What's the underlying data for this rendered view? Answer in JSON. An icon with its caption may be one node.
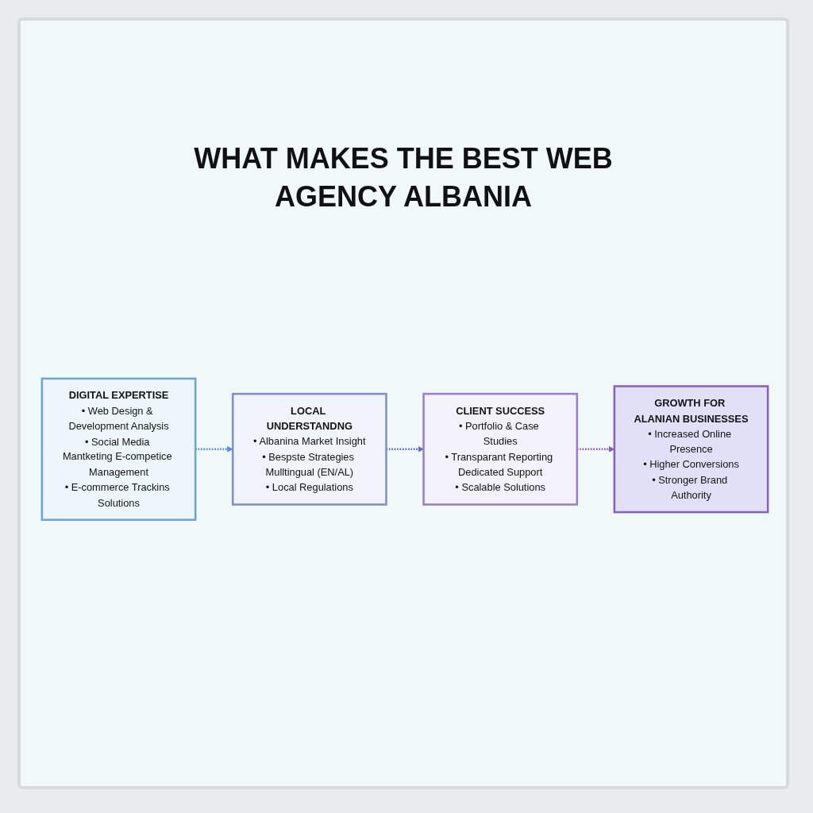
{
  "diagram": {
    "title": "WHAT MAKES THE BEST WEB AGENCY ALBANIA",
    "nodes": [
      {
        "text": [
          "DIGITAL EXPERTISE",
          "• Web Design & Development Analysis",
          "• Social Media Mantketing E-competice Management",
          "• E-commerce Trackins Solutions"
        ]
      },
      {
        "text": [
          "LOCAL UNDERSTANDNG",
          "• Albanina Market Insight",
          "• Bespste Strategies Mulltingual (EN/AL)",
          "• Local Regulations"
        ]
      },
      {
        "text": [
          "CLIENT SUCCESS",
          "• Portfolio & Case Studies",
          "• Transparant Reporting Dedicated Support",
          "• Scalable Solutions"
        ]
      },
      {
        "text": [
          "GROWTH FOR ALANIAN BUSINESSES",
          "• Increased Online Presence",
          "• Higher Conversions",
          "• Stronger Brand Authority"
        ]
      }
    ],
    "edges": [
      {
        "from": 0,
        "to": 1,
        "arrow": "to",
        "style": "dashed",
        "color": "#4a90d9"
      },
      {
        "from": 1,
        "to": 2,
        "arrow": "to",
        "style": "dashed",
        "color": "#5b6bd0"
      },
      {
        "from": 2,
        "to": 3,
        "arrow": "to",
        "style": "dashed",
        "color": "#8e55c9"
      }
    ]
  }
}
